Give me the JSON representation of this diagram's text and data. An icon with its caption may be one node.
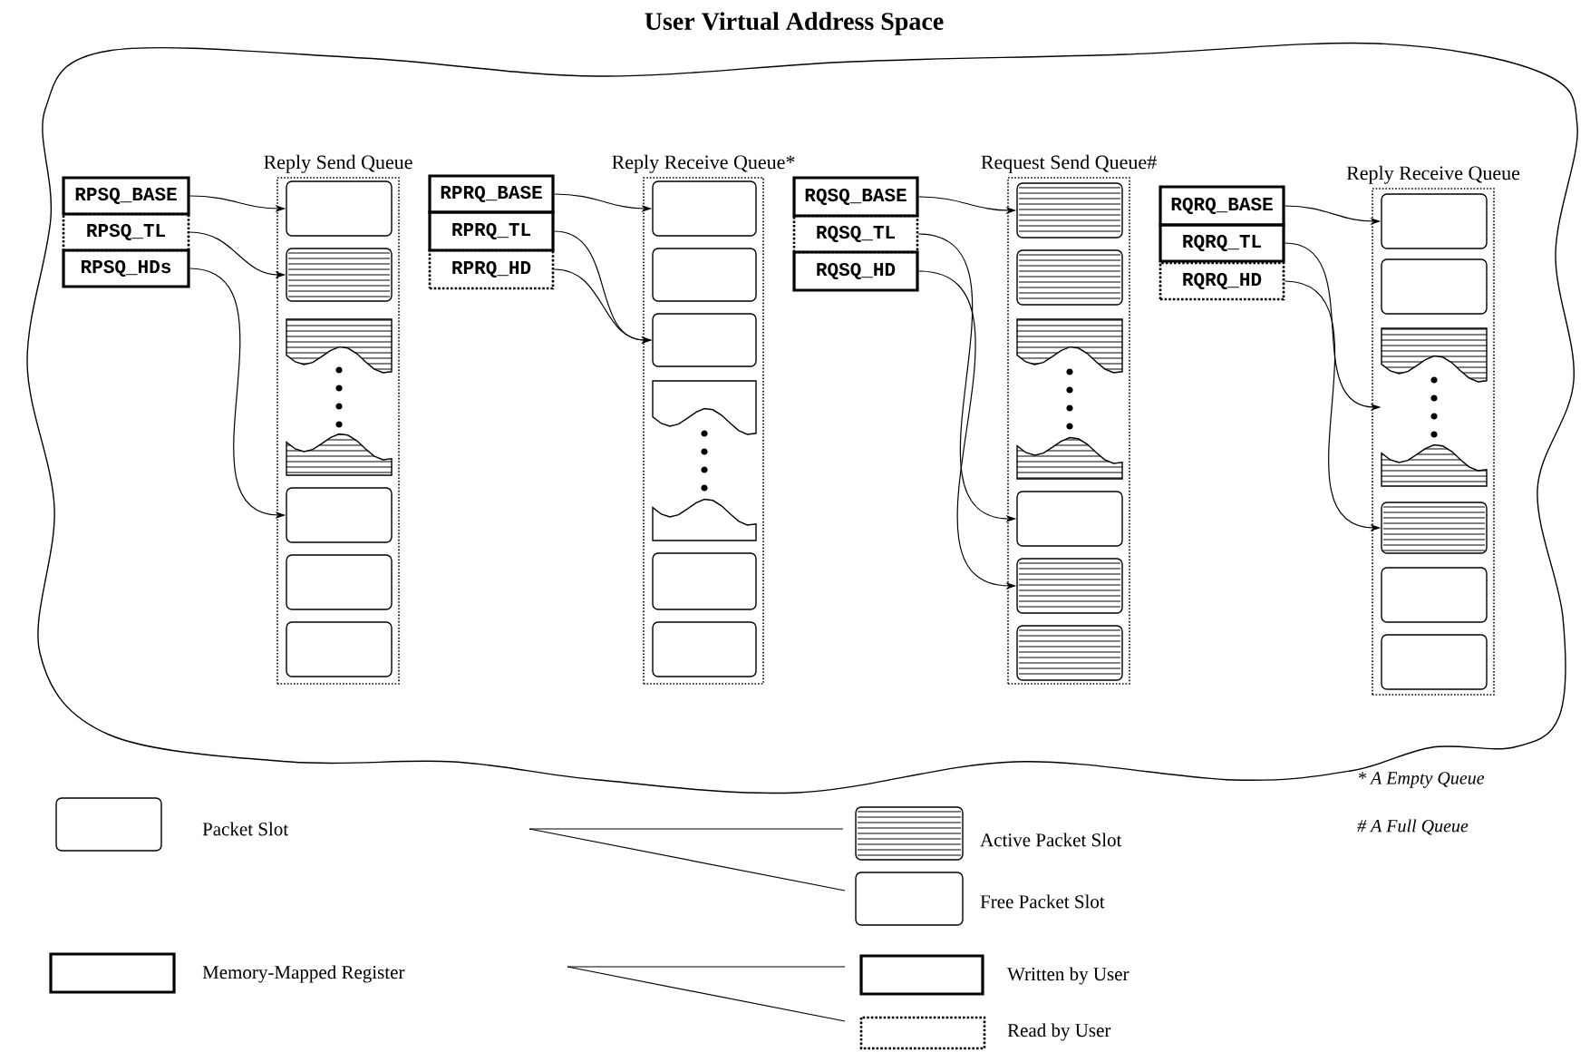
{
  "diagram": {
    "title": "User Virtual Address Space",
    "nodes": [
      {
        "text": [
          "RPSQ_BASE"
        ]
      },
      {
        "text": [
          "RPSQ_TL"
        ]
      },
      {
        "text": [
          "RPSQ_HDs"
        ]
      },
      {
        "text": [
          "Reply Send Queue"
        ]
      },
      {
        "text": [],
        "shape": "box",
        "in": 3
      },
      {
        "text": [],
        "shape": "box",
        "in": 3
      },
      {
        "text": [],
        "shape": "box",
        "in": 3
      },
      {
        "text": [],
        "shape": "box",
        "in": 3
      },
      {
        "text": [],
        "shape": "box",
        "in": 3
      },
      {
        "text": [],
        "shape": "box",
        "in": 3
      },
      {
        "text": [
          "RPRQ_BASE"
        ]
      },
      {
        "text": [
          "RPRQ_TL"
        ]
      },
      {
        "text": [
          "RPRQ_HD"
        ]
      },
      {
        "text": [
          "Reply Receive Queue*"
        ]
      },
      {
        "text": [],
        "shape": "box",
        "in": 13
      },
      {
        "text": [],
        "shape": "box",
        "in": 13
      },
      {
        "text": [],
        "shape": "box",
        "in": 13
      },
      {
        "text": [],
        "shape": "box",
        "in": 13
      },
      {
        "text": [],
        "shape": "box",
        "in": 13
      },
      {
        "text": [],
        "shape": "box",
        "in": 13
      },
      {
        "text": [
          "RQSQ_BASE"
        ]
      },
      {
        "text": [
          "RQSQ_TL"
        ]
      },
      {
        "text": [
          "RQSQ_HD"
        ]
      },
      {
        "text": [
          "Request Send Queue#"
        ]
      },
      {
        "text": [],
        "shape": "box",
        "in": 23
      },
      {
        "text": [],
        "shape": "box",
        "in": 23
      },
      {
        "text": [],
        "shape": "box",
        "in": 23
      },
      {
        "text": [],
        "shape": "box",
        "in": 23
      },
      {
        "text": [],
        "shape": "box",
        "in": 23
      },
      {
        "text": [],
        "shape": "box",
        "in": 23
      },
      {
        "text": [
          "RQRQ_BASE"
        ]
      },
      {
        "text": [
          "RQRQ_TL"
        ]
      },
      {
        "text": [
          "RQRQ_HD"
        ]
      },
      {
        "text": [
          "Reply Receive Queue"
        ]
      },
      {
        "text": [],
        "shape": "box",
        "in": 33
      },
      {
        "text": [],
        "shape": "box",
        "in": 33
      },
      {
        "text": [],
        "shape": "box",
        "in": 33
      },
      {
        "text": [],
        "shape": "box",
        "in": 33
      },
      {
        "text": [],
        "shape": "box",
        "in": 33
      },
      {
        "text": [],
        "shape": "box",
        "in": 33
      }
    ],
    "edges": [
      {
        "from": 0,
        "to": 4,
        "arrow": "to"
      },
      {
        "from": 1,
        "to": 5,
        "arrow": "to"
      },
      {
        "from": 2,
        "to": 7,
        "arrow": "to"
      },
      {
        "from": 10,
        "to": 14,
        "arrow": "to"
      },
      {
        "from": 11,
        "to": 16,
        "arrow": "to"
      },
      {
        "from": 12,
        "to": 16,
        "arrow": "to"
      },
      {
        "from": 20,
        "to": 24,
        "arrow": "to"
      },
      {
        "from": 21,
        "to": 27,
        "arrow": "to"
      },
      {
        "from": 22,
        "to": 28,
        "arrow": "to"
      },
      {
        "from": 30,
        "to": 34,
        "arrow": "to"
      },
      {
        "from": 31,
        "to": 36,
        "arrow": "to"
      },
      {
        "from": 32,
        "to": 37,
        "arrow": "to"
      }
    ],
    "labels": [
      "* A Empty Queue",
      "# A Full Queue"
    ],
    "legend": [
      {
        "text": "Packet Slot"
      },
      {
        "text": "Active Packet Slot"
      },
      {
        "text": "Free Packet Slot"
      },
      {
        "text": "Memory-Mapped Register"
      },
      {
        "text": "Written by User"
      },
      {
        "text": "Read by User"
      }
    ]
  }
}
